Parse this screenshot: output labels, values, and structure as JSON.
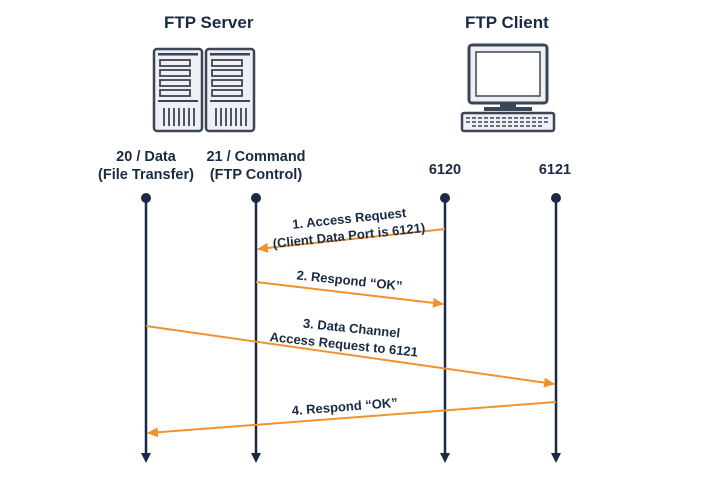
{
  "server": {
    "title": "FTP Server"
  },
  "client": {
    "title": "FTP Client"
  },
  "ports": [
    {
      "line1": "20 / Data",
      "line2": "(File Transfer)"
    },
    {
      "line1": "21 / Command",
      "line2": "(FTP Control)"
    },
    {
      "line1": "6120",
      "line2": ""
    },
    {
      "line1": "6121",
      "line2": ""
    }
  ],
  "messages": [
    {
      "line1": "1. Access Request",
      "line2": "(Client Data Port is 6121)"
    },
    {
      "line1": "2. Respond “OK”",
      "line2": ""
    },
    {
      "line1": "3. Data Channel",
      "line2": "Access Request to 6121"
    },
    {
      "line1": "4. Respond “OK”",
      "line2": ""
    }
  ],
  "colors": {
    "lifeline": "#1b2a44",
    "arrow": "#f0922e",
    "icon": "#3a4555"
  },
  "icons": {
    "server": "server-rack-icon",
    "client": "desktop-computer-icon"
  }
}
